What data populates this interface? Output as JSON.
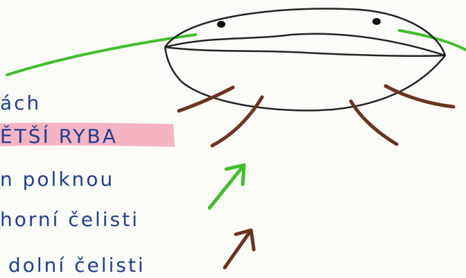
{
  "notes": {
    "line1": "ách",
    "line2": "ĚTŠÍ RYBA",
    "line3": "n polknou",
    "line4": "horní čelisti",
    "line5": "dolní čelisti"
  },
  "colors": {
    "ink": "#1d3f8f",
    "highlighter": "#f2a7b8",
    "green": "#3fbf2a",
    "brown": "#6b3420",
    "outline": "#222222",
    "paper": "#fbfbf7"
  }
}
